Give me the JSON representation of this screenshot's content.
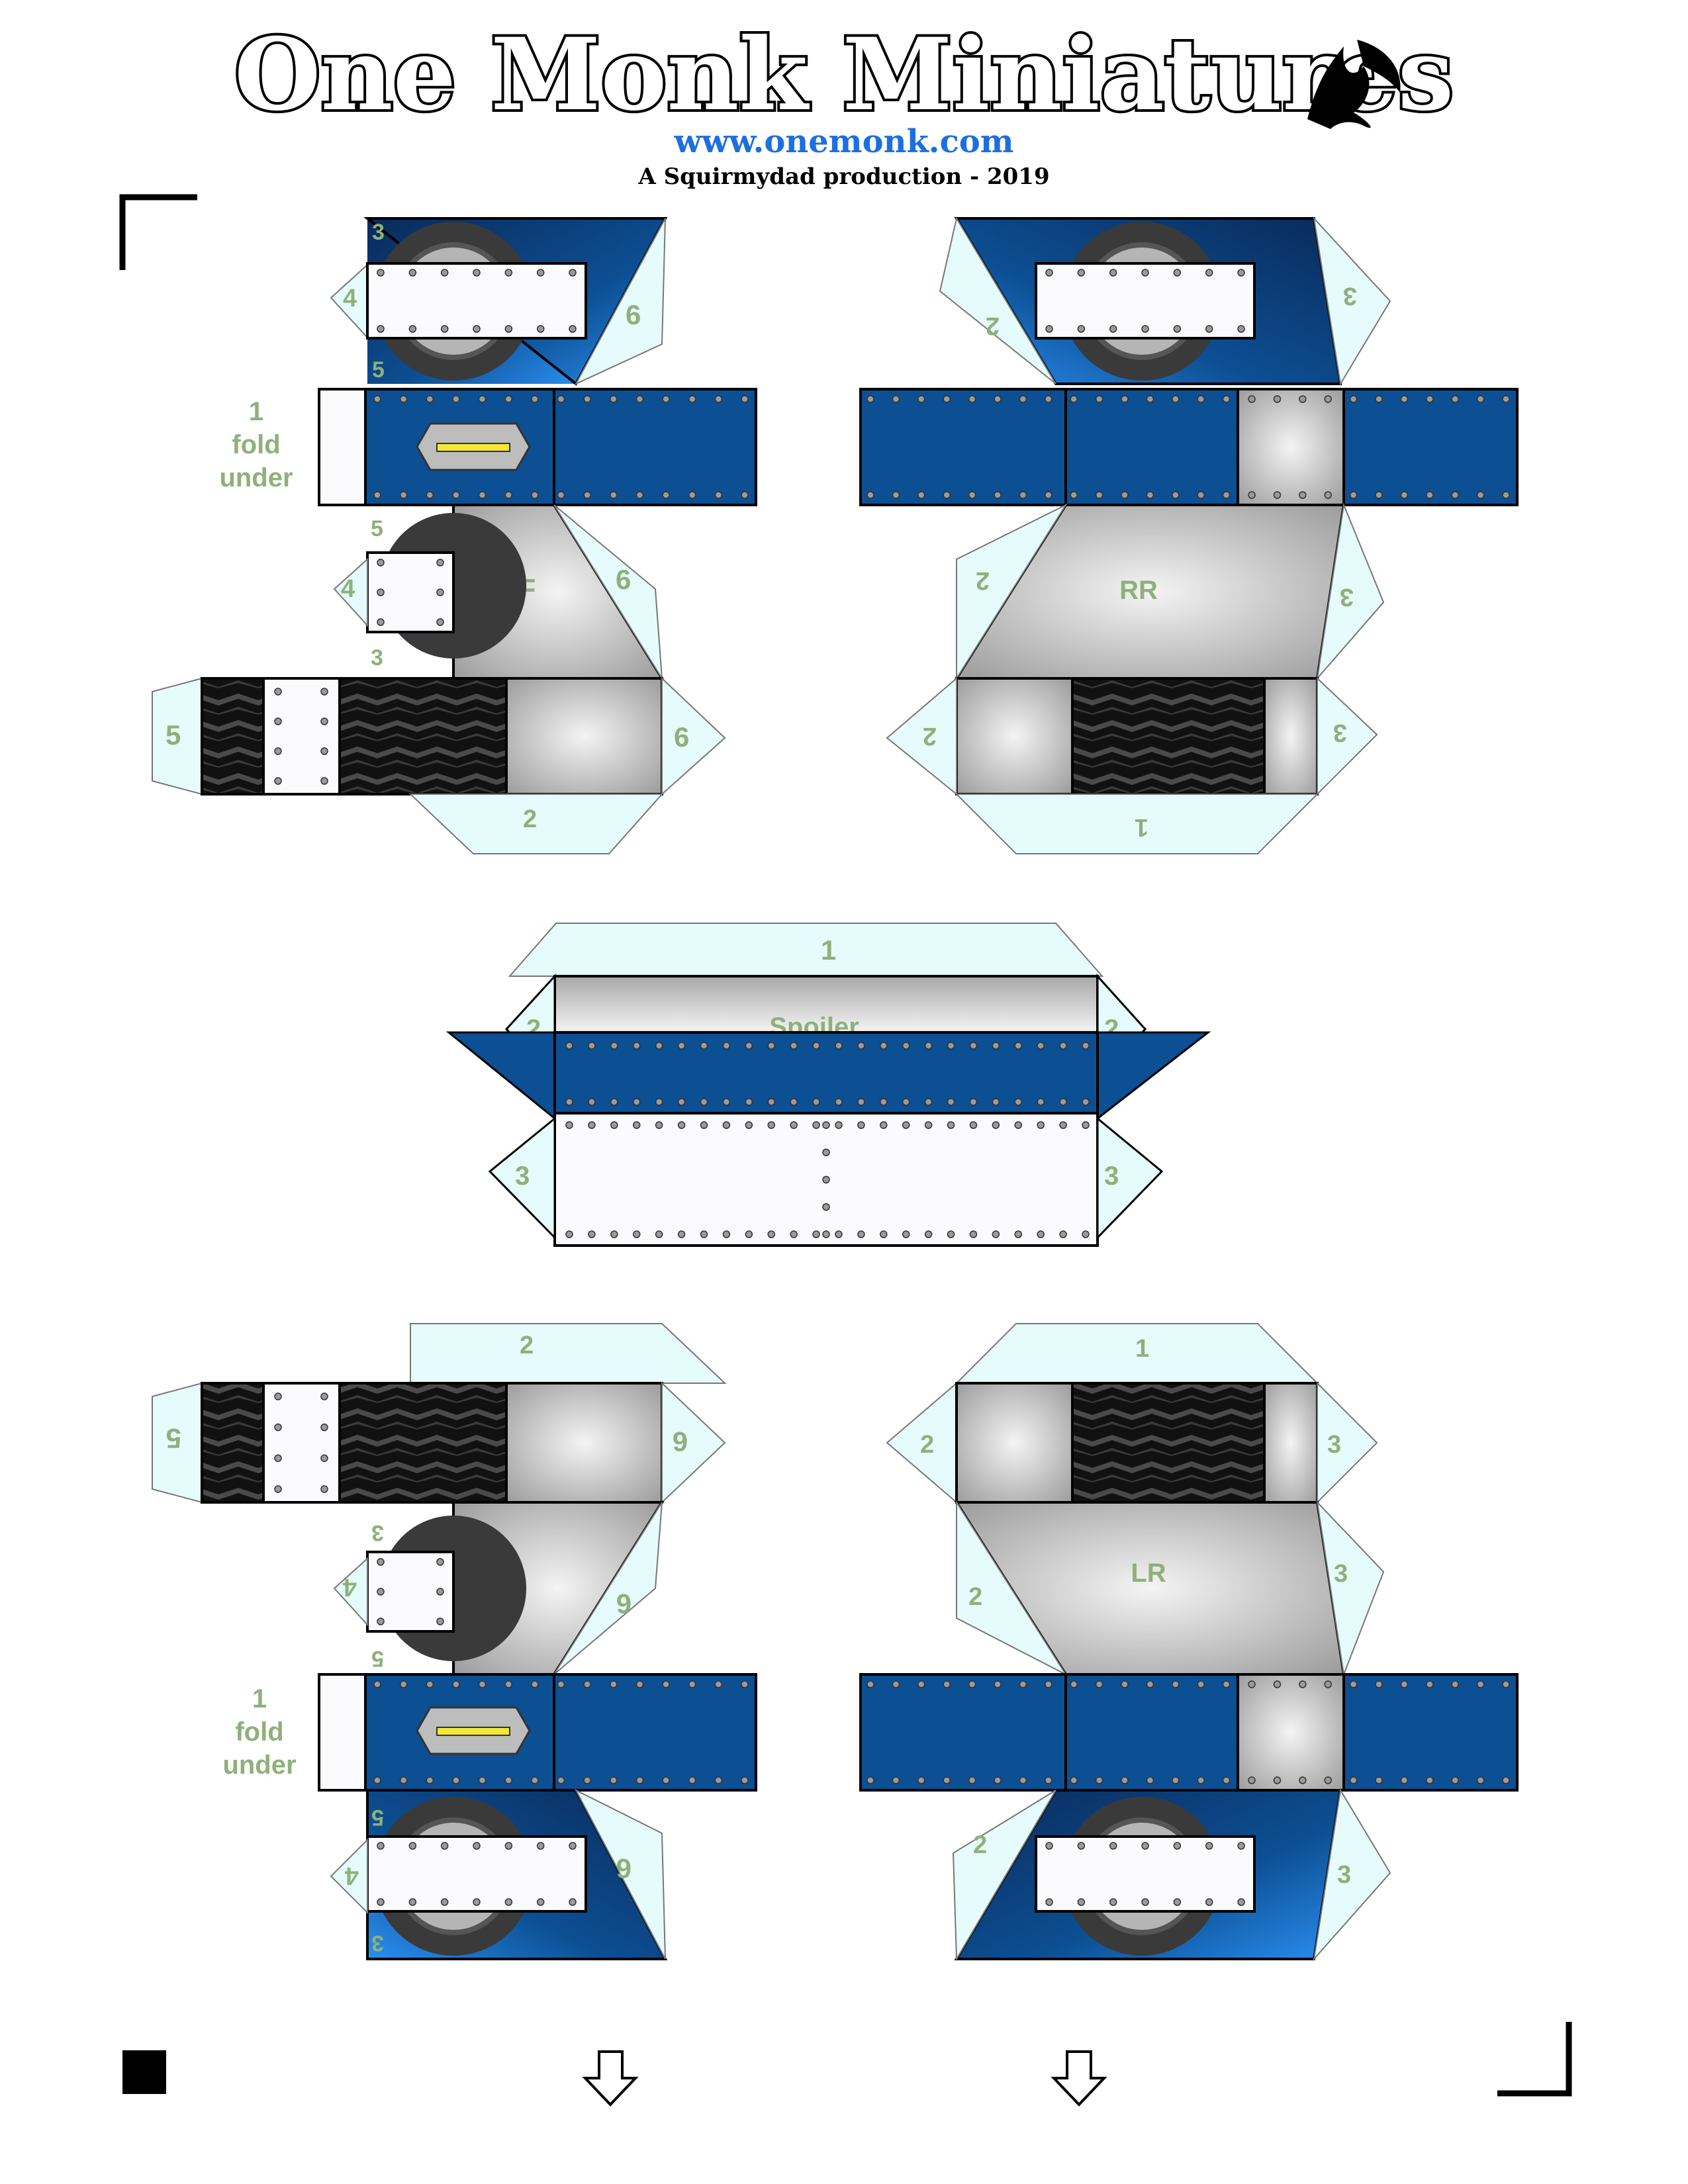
{
  "header": {
    "title": "One Monk Miniatures",
    "url": "www.onemonk.com",
    "credit": "A Squirmydad production - 2019",
    "logo_icon": "griffin-icon"
  },
  "labels": {
    "rf": "RF",
    "rr": "RR",
    "lf": "LF",
    "lr": "LR",
    "spoiler": "Spoiler",
    "fold_num": "1",
    "fold_word": "fold",
    "fold_under": "under"
  },
  "tabs": {
    "t1": "1",
    "t2": "2",
    "t3": "3",
    "t4": "4",
    "t5": "5",
    "t6": "6"
  },
  "colors": {
    "tab_fill": "#e6fbfb",
    "tab_text": "#8fb07a",
    "panel_blue": "#0c4f93",
    "panel_white": "#fbfafc",
    "panel_grey": "#c9c9c9",
    "url_blue": "#1d6fe0"
  },
  "icons": {
    "arrow_left": "down-arrow-icon",
    "arrow_right": "down-arrow-icon"
  }
}
